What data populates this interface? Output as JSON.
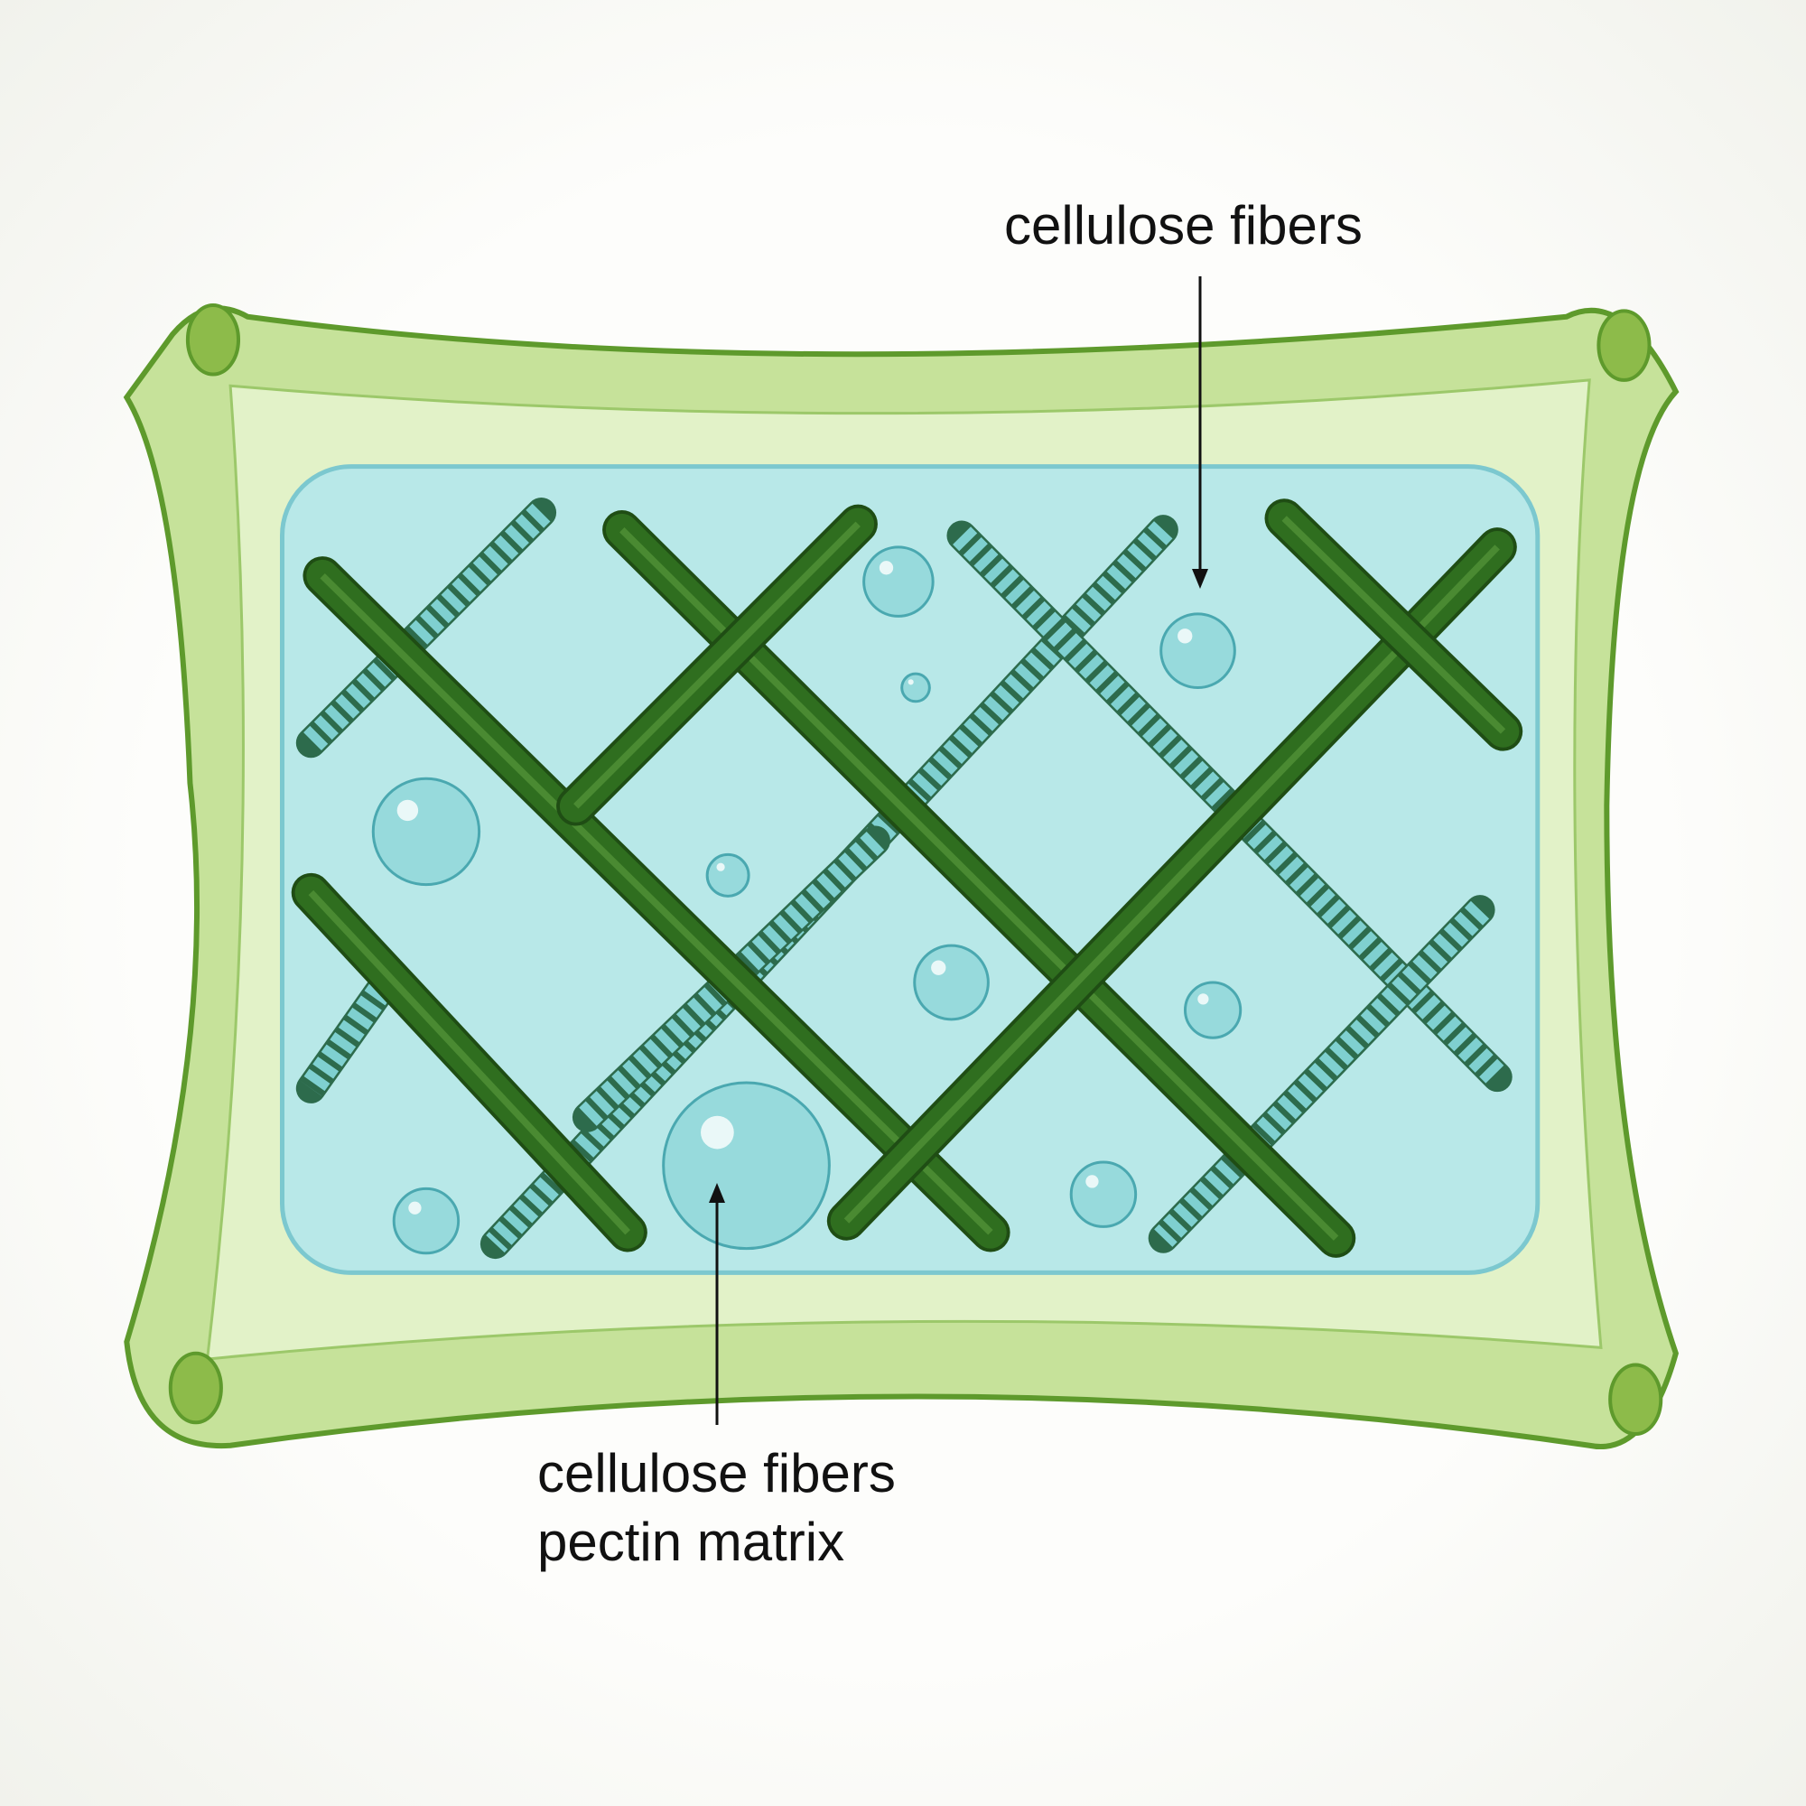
{
  "labels": {
    "top": "cellulose fibers",
    "bottom_line1": "cellulose fibers",
    "bottom_line2": "pectin matrix"
  },
  "colors": {
    "cell_wall": "#c6e29a",
    "cell_wall_outline": "#5e9a2c",
    "matrix": "#b8e8e8",
    "cellulose_fiber": "#2f6e1f",
    "pectin_coil": "#7fd0d0"
  }
}
